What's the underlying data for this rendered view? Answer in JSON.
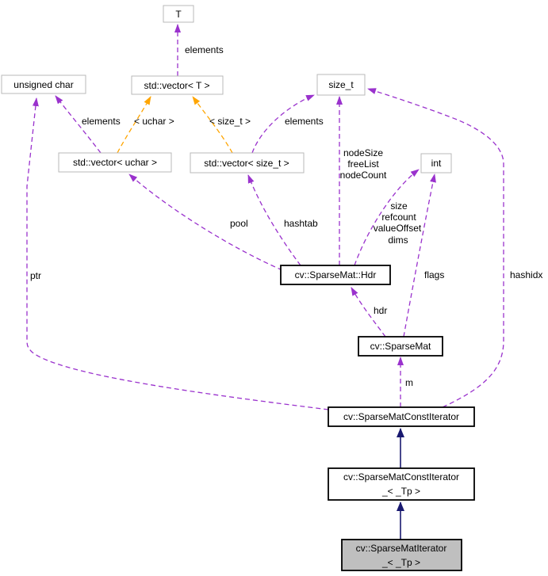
{
  "diagram": {
    "nodes": {
      "t": {
        "label": "T"
      },
      "unsigned_char": {
        "label": "unsigned char"
      },
      "vector_t": {
        "label": "std::vector< T >"
      },
      "size_t": {
        "label": "size_t"
      },
      "vector_uchar": {
        "label": "std::vector< uchar >"
      },
      "vector_size_t": {
        "label": "std::vector< size_t >"
      },
      "int": {
        "label": "int"
      },
      "sparsemat_hdr": {
        "label": "cv::SparseMat::Hdr"
      },
      "sparsemat": {
        "label": "cv::SparseMat"
      },
      "sparsemat_const_iterator": {
        "label": "cv::SparseMatConstIterator"
      },
      "sparsemat_const_iterator_tp": {
        "line1": "cv::SparseMatConstIterator",
        "line2": "_< _Tp >"
      },
      "sparsemat_iterator_tp": {
        "line1": "cv::SparseMatIterator",
        "line2": "_< _Tp >"
      }
    },
    "edge_labels": {
      "elements_t": "elements",
      "elements_uchar": "elements",
      "elements_size_t": "elements",
      "template_uchar": "< uchar >",
      "template_size_t": "< size_t >",
      "pool": "pool",
      "hashtab": "hashtab",
      "hdr_size_t_fields": [
        "nodeSize",
        "freeList",
        "nodeCount"
      ],
      "hdr_int_fields": [
        "size",
        "refcount",
        "valueOffset",
        "dims"
      ],
      "ptr": "ptr",
      "flags": "flags",
      "hashidx": "hashidx",
      "hdr": "hdr",
      "m": "m"
    },
    "colors": {
      "usage_edge": "#9a32cd",
      "template_edge": "#ffa500",
      "inheritance_edge": "#191970",
      "external_node_border": "#b9b9b9",
      "main_node_border": "#000000",
      "current_node_fill": "#bfbfbf",
      "node_fill": "#ffffff",
      "background": "#ffffff",
      "text": "#000000"
    }
  }
}
